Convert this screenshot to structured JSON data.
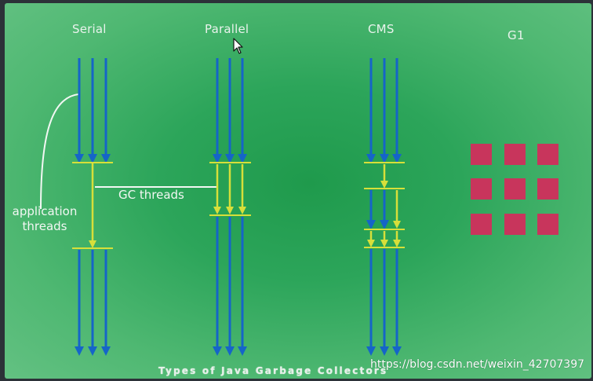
{
  "labels": {
    "serial": "Serial",
    "parallel": "Parallel",
    "cms": "CMS",
    "g1": "G1"
  },
  "callouts": {
    "application_line1": "application",
    "application_line2": "threads",
    "gc_threads": "GC threads"
  },
  "footer": "Types of Java Garbage Collectors",
  "watermark": "https://blog.csdn.net/weixin_42707397",
  "colors": {
    "app_thread": "#1565c8",
    "gc_thread": "#d7df3a",
    "region": "#c8355c",
    "callout_line": "#f2f7f3"
  },
  "icons": {
    "cursor": "mouse-pointer-icon"
  }
}
